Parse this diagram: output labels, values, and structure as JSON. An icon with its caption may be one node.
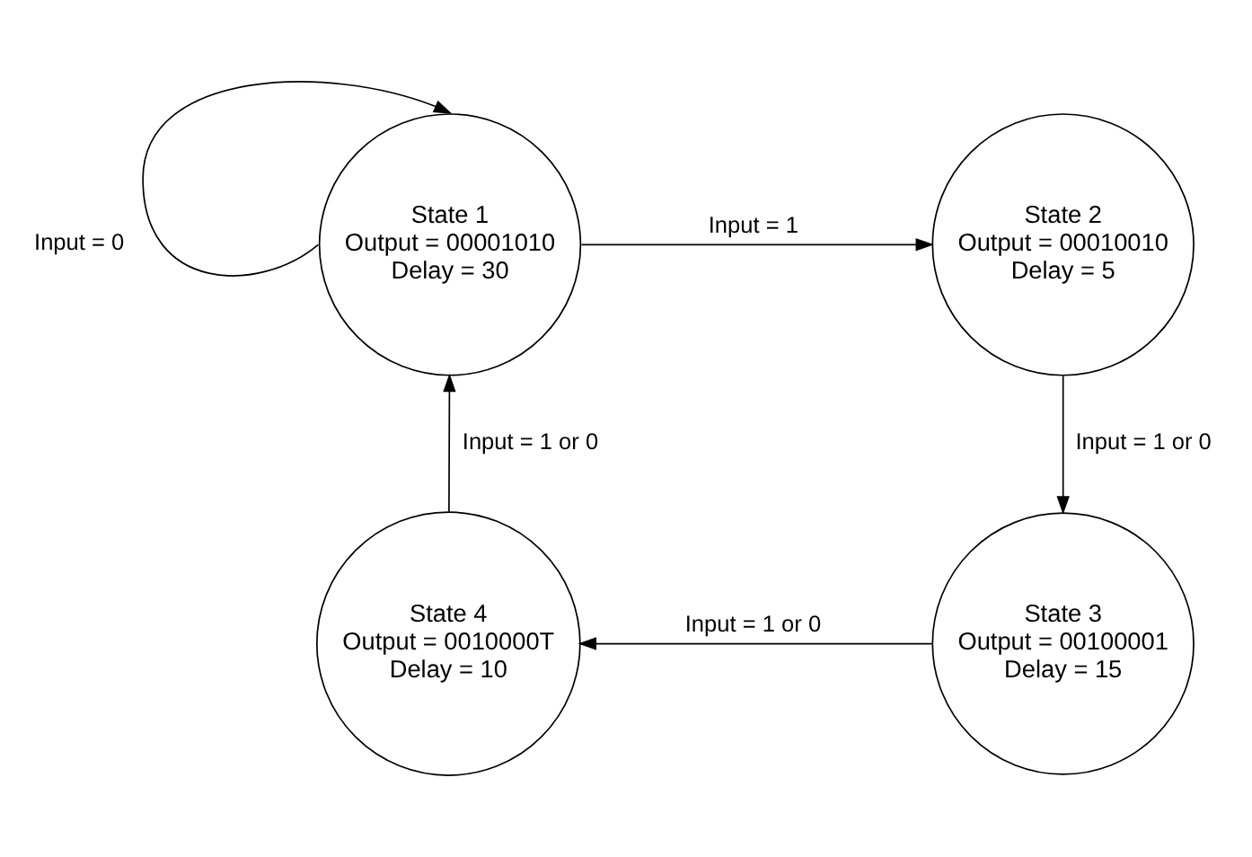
{
  "diagram": {
    "nodes": [
      {
        "text": [
          "State 1",
          "Output = 00001010",
          "Delay = 30"
        ]
      },
      {
        "text": [
          "State 2",
          "Output = 00010010",
          "Delay = 5"
        ]
      },
      {
        "text": [
          "State 3",
          "Output = 00100001",
          "Delay = 15"
        ]
      },
      {
        "text": [
          "State 4",
          "Output = 0010000T",
          "Delay = 10"
        ]
      }
    ],
    "edges": [
      {
        "from": 0,
        "to": 0,
        "arrow": "to",
        "label": "Input = 0"
      },
      {
        "from": 0,
        "to": 1,
        "arrow": "to",
        "label": "Input = 1"
      },
      {
        "from": 1,
        "to": 2,
        "arrow": "to",
        "label": "Input = 1 or 0"
      },
      {
        "from": 2,
        "to": 3,
        "arrow": "to",
        "label": "Input = 1 or 0"
      },
      {
        "from": 3,
        "to": 0,
        "arrow": "to",
        "label": "Input = 1 or 0"
      }
    ]
  }
}
